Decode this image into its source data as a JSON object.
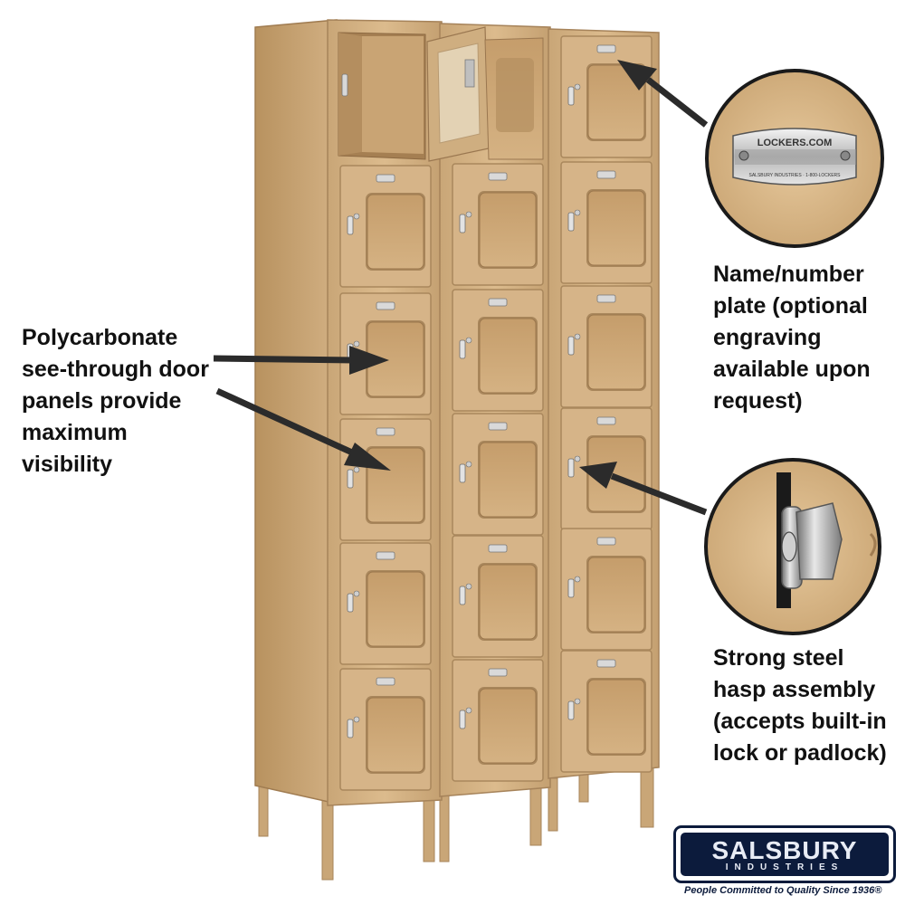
{
  "callouts": {
    "left": "Polycarbonate\nsee-through door\npanels provide\nmaximum\nvisibility",
    "plate": "Name/number\nplate (optional\nengraving\navailable upon\nrequest)",
    "hasp": "Strong steel\nhasp assembly\n(accepts built-in\nlock or padlock)"
  },
  "plate_detail": {
    "main_text": "LOCKERS.COM",
    "sub_text": "SALSBURY INDUSTRIES · 1-800-LOCKERS"
  },
  "logo": {
    "brand": "SALSBURY",
    "sub": "INDUSTRIES",
    "tagline": "People Committed to Quality Since 1936®"
  },
  "colors": {
    "locker_tan": "#d6b488",
    "locker_shadow": "#a9875c",
    "window_tint": "#c9a474",
    "arrow": "#2b2b2b",
    "brand_navy": "#0c1b3c"
  },
  "locker": {
    "columns": 3,
    "rows": 6,
    "open_doors": [
      "column-1-row-1",
      "column-2-row-1"
    ]
  }
}
